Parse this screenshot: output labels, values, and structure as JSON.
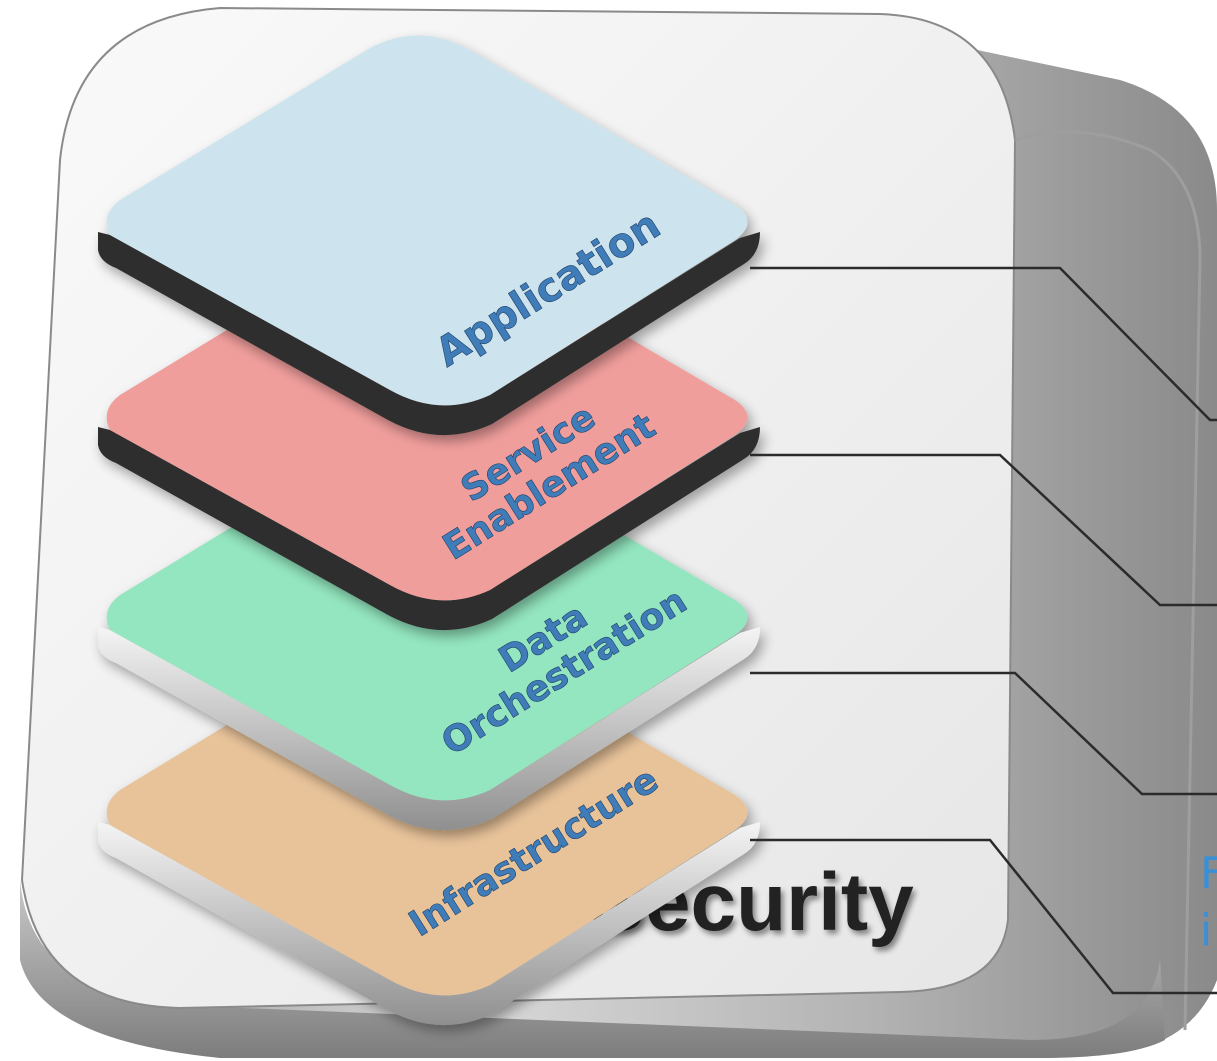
{
  "layers": [
    {
      "label": "Application",
      "lines": [
        "Application"
      ],
      "color": "#cde4ee"
    },
    {
      "label": "Service Enablement",
      "lines": [
        "Service",
        "Enablement"
      ],
      "color": "#f09e9c"
    },
    {
      "label": "Data Orchestration",
      "lines": [
        "Data",
        "Orchestration"
      ],
      "color": "#93e6bf"
    },
    {
      "label": "Infrastructure",
      "lines": [
        "Infrastructure"
      ],
      "color": "#e8c39a"
    }
  ],
  "container_label": "Security",
  "edge_text": [
    "F",
    "i"
  ]
}
